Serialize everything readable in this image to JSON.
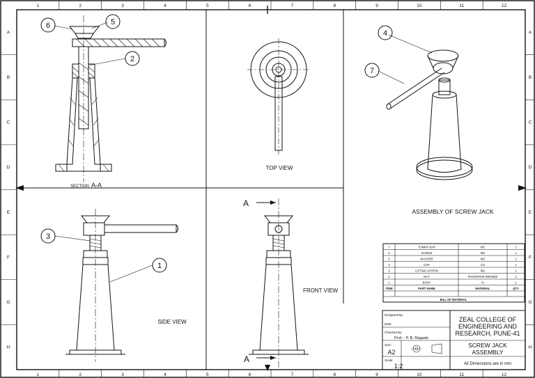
{
  "border": {
    "columns": [
      "1",
      "2",
      "3",
      "4",
      "5",
      "6",
      "7",
      "8",
      "9",
      "10",
      "11",
      "12"
    ],
    "rows": [
      "A",
      "B",
      "C",
      "D",
      "E",
      "F",
      "G",
      "H"
    ]
  },
  "views": {
    "section_label": "SECTION",
    "section_letters": "A-A",
    "top_view": "TOP VIEW",
    "assembly": "ASSEMBLY OF SCREW JACK",
    "side_view": "SIDE VIEW",
    "front_view": "FRONT VIEW",
    "cut_letter_top": "A",
    "cut_letter_bottom": "A"
  },
  "balloons": [
    "1",
    "2",
    "3",
    "4",
    "5",
    "6",
    "7"
  ],
  "bom": {
    "rows": [
      {
        "item": "7",
        "name": "TOMMY BAR",
        "material": "MS",
        "qty": "1"
      },
      {
        "item": "6",
        "name": "SCREW",
        "material": "MS",
        "qty": "1"
      },
      {
        "item": "5",
        "name": "WASHER",
        "material": "MS",
        "qty": "1"
      },
      {
        "item": "4",
        "name": "CUP",
        "material": "CS",
        "qty": "1"
      },
      {
        "item": "3",
        "name": "LIFTING SCREW",
        "material": "MS",
        "qty": "1"
      },
      {
        "item": "2",
        "name": "NUT",
        "material": "PHOSPHOR BRONZE",
        "qty": "1"
      },
      {
        "item": "1",
        "name": "BODY",
        "material": "CI",
        "qty": "1"
      }
    ],
    "header": {
      "item": "ITEM",
      "name": "PART NAME",
      "material": "MATERIAL",
      "qty": "QTY"
    },
    "title": "BILL OF MATERIAL"
  },
  "title_block": {
    "designed_by": "Designed By:",
    "date": "Date:",
    "checked_by": "Checked By:",
    "checker": "Prof. - P. B. Magade",
    "college_line1": "ZEAL COLLEGE OF",
    "college_line2": "ENGINEERING AND",
    "college_line3": "RESEARCH, PUNE-41",
    "size_label": "Size:",
    "size": "A2",
    "title_line1": "SCREW JACK",
    "title_line2": "ASSEMBLY",
    "scale_label": "Scale:",
    "scale": "1:2",
    "note": "All Dimensions are in mm"
  }
}
